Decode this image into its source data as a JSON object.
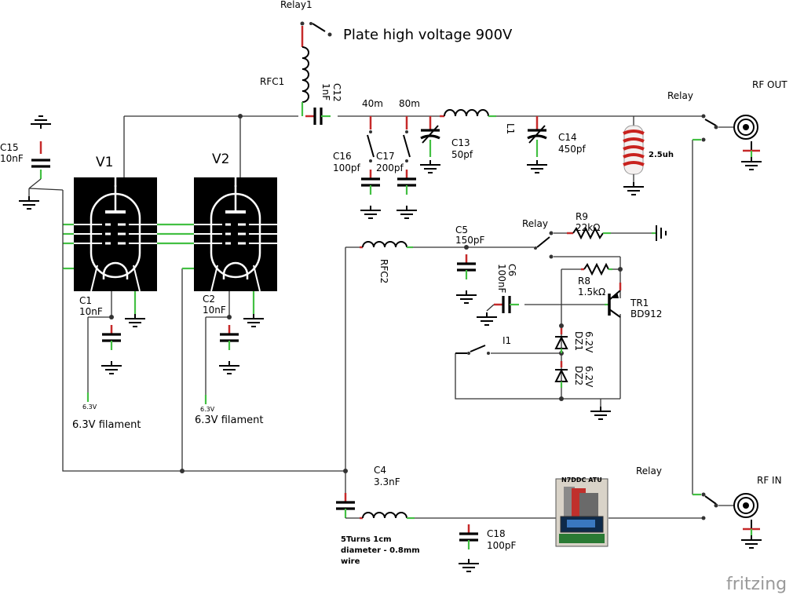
{
  "labels": {
    "relay1": "Relay1",
    "plate": "Plate high voltage 900V",
    "rfc1": "RFC1",
    "c12": "C12",
    "c12_val": "1nF",
    "b40": "40m",
    "b80": "80m",
    "relay_top": "Relay",
    "rfout": "RF OUT",
    "c15": "C15",
    "c15_val": "10nF",
    "v1": "V1",
    "v2": "V2",
    "c16": "C16",
    "c16_val": "100pf",
    "c17": "C17",
    "c17_val": "200pf",
    "c13": "C13",
    "c13_val": "50pf",
    "l1": "L1",
    "c14": "C14",
    "c14_val": "450pf",
    "uh": "2.5uh",
    "r9": "R9",
    "r9_val": "22kΩ",
    "relay_mid": "Relay",
    "c5": "C5",
    "c5_val": "150pF",
    "rfc2": "RFC2",
    "c6": "C6",
    "c6_val": "100nF",
    "r8": "R8",
    "r8_val": "1.5kΩ",
    "tr1": "TR1",
    "tr1_val": "BD912",
    "i1": "I1",
    "dz1": "DZ1",
    "dz1_val": "6.2V",
    "dz2": "DZ2",
    "dz2_val": "6.2V",
    "c1": "C1",
    "c1_val": "10nF",
    "c2": "C2",
    "c2_val": "10nF",
    "v63a": "6.3V",
    "v63b": "6.3V",
    "fil1": "6.3V filament",
    "fil2": "6.3V filament",
    "c4": "C4",
    "c4_val": "3.3nF",
    "atu": "N7DDC ATU",
    "relay_bot": "Relay",
    "rfin": "RF IN",
    "c18": "C18",
    "c18_val": "100pF",
    "coil1": "5Turns 1cm",
    "coil2": "diameter - 0.8mm",
    "coil3": "wire",
    "brand": "fritzing"
  },
  "colors": {
    "wire": "#333333",
    "lead_red": "#c62a2a",
    "lead_green": "#43c043",
    "tube_body": "#000000",
    "brand": "#9a9a9a"
  }
}
